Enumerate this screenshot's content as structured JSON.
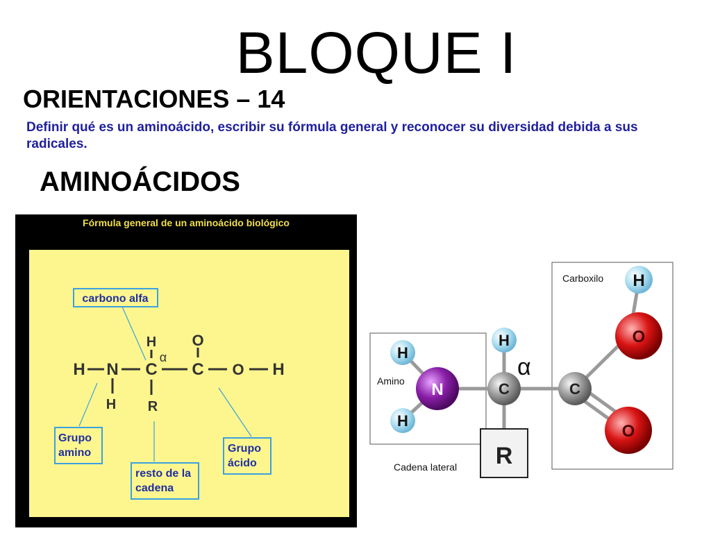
{
  "slide": {
    "title": "BLOQUE I",
    "subtitle": "ORIENTACIONES – 14",
    "description": "Definir qué es un aminoácido, escribir su fórmula general y reconocer su diversidad debida a sus radicales.",
    "section_heading": "AMINOÁCIDOS"
  },
  "formula_panel": {
    "title": "Fórmula general de un aminoácido biológico",
    "labels": {
      "carbono_alfa": "carbono alfa",
      "grupo_amino_1": "Grupo",
      "grupo_amino_2": "amino",
      "resto_1": "resto de la",
      "resto_2": "cadena",
      "grupo_acido_1": "Grupo",
      "grupo_acido_2": "ácido"
    },
    "atoms": {
      "h_left": "H",
      "n": "N",
      "c_alpha": "C",
      "h_top": "H",
      "alpha": "α",
      "h_bottom": "H",
      "r": "R",
      "c_carboxyl": "C",
      "o_top": "O",
      "o_right": "O",
      "h_right": "H"
    },
    "colors": {
      "background": "#fdf68e",
      "frame": "#000000",
      "label_border": "#3aa0e0",
      "label_text": "#1f2fa0",
      "title_text": "#f2df4a"
    }
  },
  "molecule_model": {
    "labels": {
      "amino": "Amino",
      "carboxilo": "Carboxilo",
      "cadena_lateral": "Cadena lateral",
      "alpha": "α"
    },
    "atoms": {
      "n": "N",
      "c_alpha": "C",
      "c_carboxyl": "C",
      "h_amino_top": "H",
      "h_amino_bottom": "H",
      "h_alpha": "H",
      "o_hydroxyl": "O",
      "h_hydroxyl": "H",
      "o_double": "O",
      "r": "R"
    },
    "colors": {
      "nitrogen": "#8a1fa8",
      "carbon": "#9a9a9a",
      "oxygen": "#d91414",
      "hydrogen": "#a9dcf0"
    }
  }
}
